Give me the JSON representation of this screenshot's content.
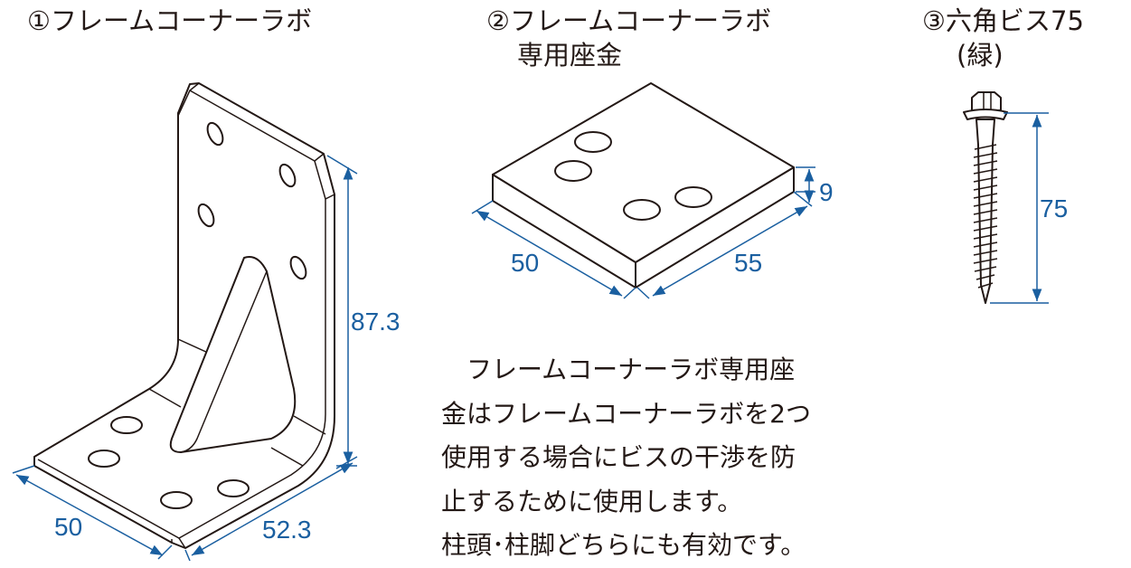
{
  "items": [
    {
      "title": "①フレームコーナーラボ",
      "dims": {
        "height": "87.3",
        "depth": "50",
        "width": "52.3"
      }
    },
    {
      "title_line1": "②フレームコーナーラボ",
      "title_line2": "専用座金",
      "dims": {
        "thickness": "9",
        "depth": "50",
        "width": "55"
      }
    },
    {
      "title_line1": "③六角ビス75",
      "title_line2": "(緑)",
      "dims": {
        "length": "75"
      }
    }
  ],
  "description": [
    "　フレームコーナーラボ専用座",
    "金はフレームコーナーラボを2つ",
    "使用する場合にビスの干渉を防",
    "止するために使用します。",
    "柱頭･柱脚どちらにも有効です。"
  ],
  "colors": {
    "dimension": "#1a5fa0",
    "line": "#231815"
  }
}
